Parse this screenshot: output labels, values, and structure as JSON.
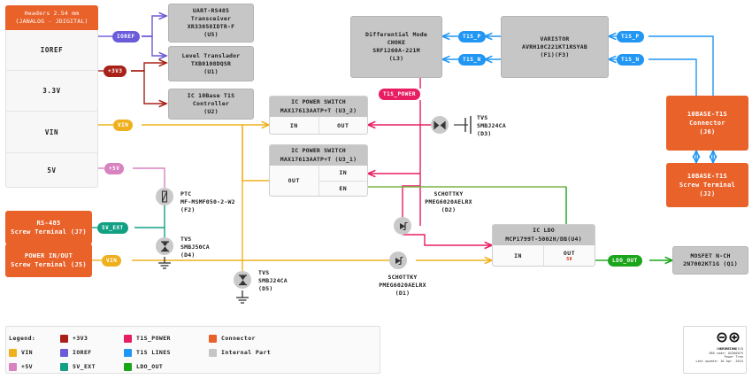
{
  "rail": {
    "title_line1": "Headers 2.54 mm",
    "title_line2": "(JANALOG - JDIGITAL)",
    "rows": [
      {
        "label": "IOREF"
      },
      {
        "label": "3.3V"
      },
      {
        "label": "VIN"
      },
      {
        "label": "5V"
      }
    ]
  },
  "nets": {
    "ioref": "IOREF",
    "v3v3": "+3V3",
    "vin": "VIN",
    "v5v": "+5V",
    "v5v_ext": "5V_EXT",
    "t1s_power": "T1S_POWER",
    "t1s_p": "T1S_P",
    "t1s_n": "T1S_N",
    "ldo_out": "LDO_OUT"
  },
  "colors": {
    "v3v3": "#a82017",
    "vin": "#efb01e",
    "v5v": "#d882c0",
    "ioref": "#6a5bd8",
    "v5v_ext": "#12a085",
    "t1s_power": "#e81d62",
    "t1s_lines": "#2196f3",
    "ldo_out": "#1ba51b",
    "connector": "#e8622a",
    "internal": "#c6c6c6"
  },
  "parts": {
    "uart": {
      "l1": "UART-RS485",
      "l2": "Transceiver",
      "l3": "XR33058IDTR-F",
      "l4": "(U5)"
    },
    "level_translator": {
      "l1": "Level Translador",
      "l2": "TXB0108DQSR",
      "l3": "(U1)"
    },
    "t1s_controller": {
      "l1": "IC 10Base T1S",
      "l2": "Controller",
      "l3": "(U2)"
    },
    "choke": {
      "l1": "Differential Mode",
      "l2": "CHOKE",
      "l3": "SRF1260A-221M",
      "l4": "(L3)"
    },
    "varistor": {
      "l1": "VARISTOR",
      "l2": "AVRH10C221KT1RSYAB",
      "l3": "(F1)(F3)"
    },
    "mosfet": {
      "l1": "MOSFET N-CH",
      "l2": "2N7002KT1G (Q1)"
    },
    "ptc": {
      "l1": "PTC",
      "l2": "MF-MSMF050-2-W2",
      "l3": "(F2)"
    },
    "tvs_d4": {
      "l1": "TVS",
      "l2": "SMBJ50CA",
      "l3": "(D4)"
    },
    "tvs_d3": {
      "l1": "TVS",
      "l2": "SMBJ24CA",
      "l3": "(D3)"
    },
    "tvs_d5": {
      "l1": "TVS",
      "l2": "SMBJ24CA",
      "l3": "(D5)"
    },
    "schottky_d2": {
      "l1": "SCHOTTKY",
      "l2": "PMEG6020AELRX",
      "l3": "(D2)"
    },
    "schottky_d1": {
      "l1": "SCHOTTKY",
      "l2": "PMEG6020AELRX",
      "l3": "(D1)"
    }
  },
  "blocks": {
    "sw_u3_2": {
      "title_l1": "IC POWER SWITCH",
      "title_l2": "MAX17613AATP+T (U3_2)",
      "pin_in": "IN",
      "pin_out": "OUT"
    },
    "sw_u3_1": {
      "title_l1": "IC POWER SWITCH",
      "title_l2": "MAX17613AATP+T (U3_1)",
      "pin_out": "OUT",
      "pin_in": "IN",
      "pin_en": "EN"
    },
    "ldo_u4": {
      "title_l1": "IC LDO",
      "title_l2": "MCP1799T-5002H/DB(U4)",
      "pin_in": "IN",
      "pin_out": "OUT",
      "pin_out_sub": "5V"
    }
  },
  "connectors": {
    "t1s_connector": {
      "l1": "10BASE-T1S",
      "l2": "Connector",
      "l3": "(J6)"
    },
    "t1s_screw": {
      "l1": "10BASE-T1S",
      "l2": "Screw Terminal",
      "l3": "(J2)"
    },
    "rs485_screw": {
      "l1": "RS-485",
      "l2": "Screw Terminal (J7)"
    },
    "power_screw": {
      "l1": "POWER IN/OUT",
      "l2": "Screw Terminal (J5)"
    }
  },
  "legend": {
    "title": "Legend:",
    "items": [
      {
        "label": "+3V3",
        "color": "#a82017"
      },
      {
        "label": "T1S_POWER",
        "color": "#e81d62"
      },
      {
        "label": "Connector",
        "color": "#e8622a"
      },
      {
        "label": "VIN",
        "color": "#efb01e"
      },
      {
        "label": "IOREF",
        "color": "#6a5bd8"
      },
      {
        "label": "T1S LINES",
        "color": "#2196f3"
      },
      {
        "label": "Internal Part",
        "color": "#c6c6c6"
      },
      {
        "label": "+5V",
        "color": "#d882c0"
      },
      {
        "label": "5V_EXT",
        "color": "#12a085"
      },
      {
        "label": "LDO_OUT",
        "color": "#1ba51b"
      }
    ]
  },
  "title_block": {
    "brand": "ARDUINO",
    "line1": "UNO SPE SHIELD",
    "line2": "ORG code: ASX00075",
    "line3": "Power Tree",
    "line4": "Last update: 16 Apr. 2024"
  }
}
